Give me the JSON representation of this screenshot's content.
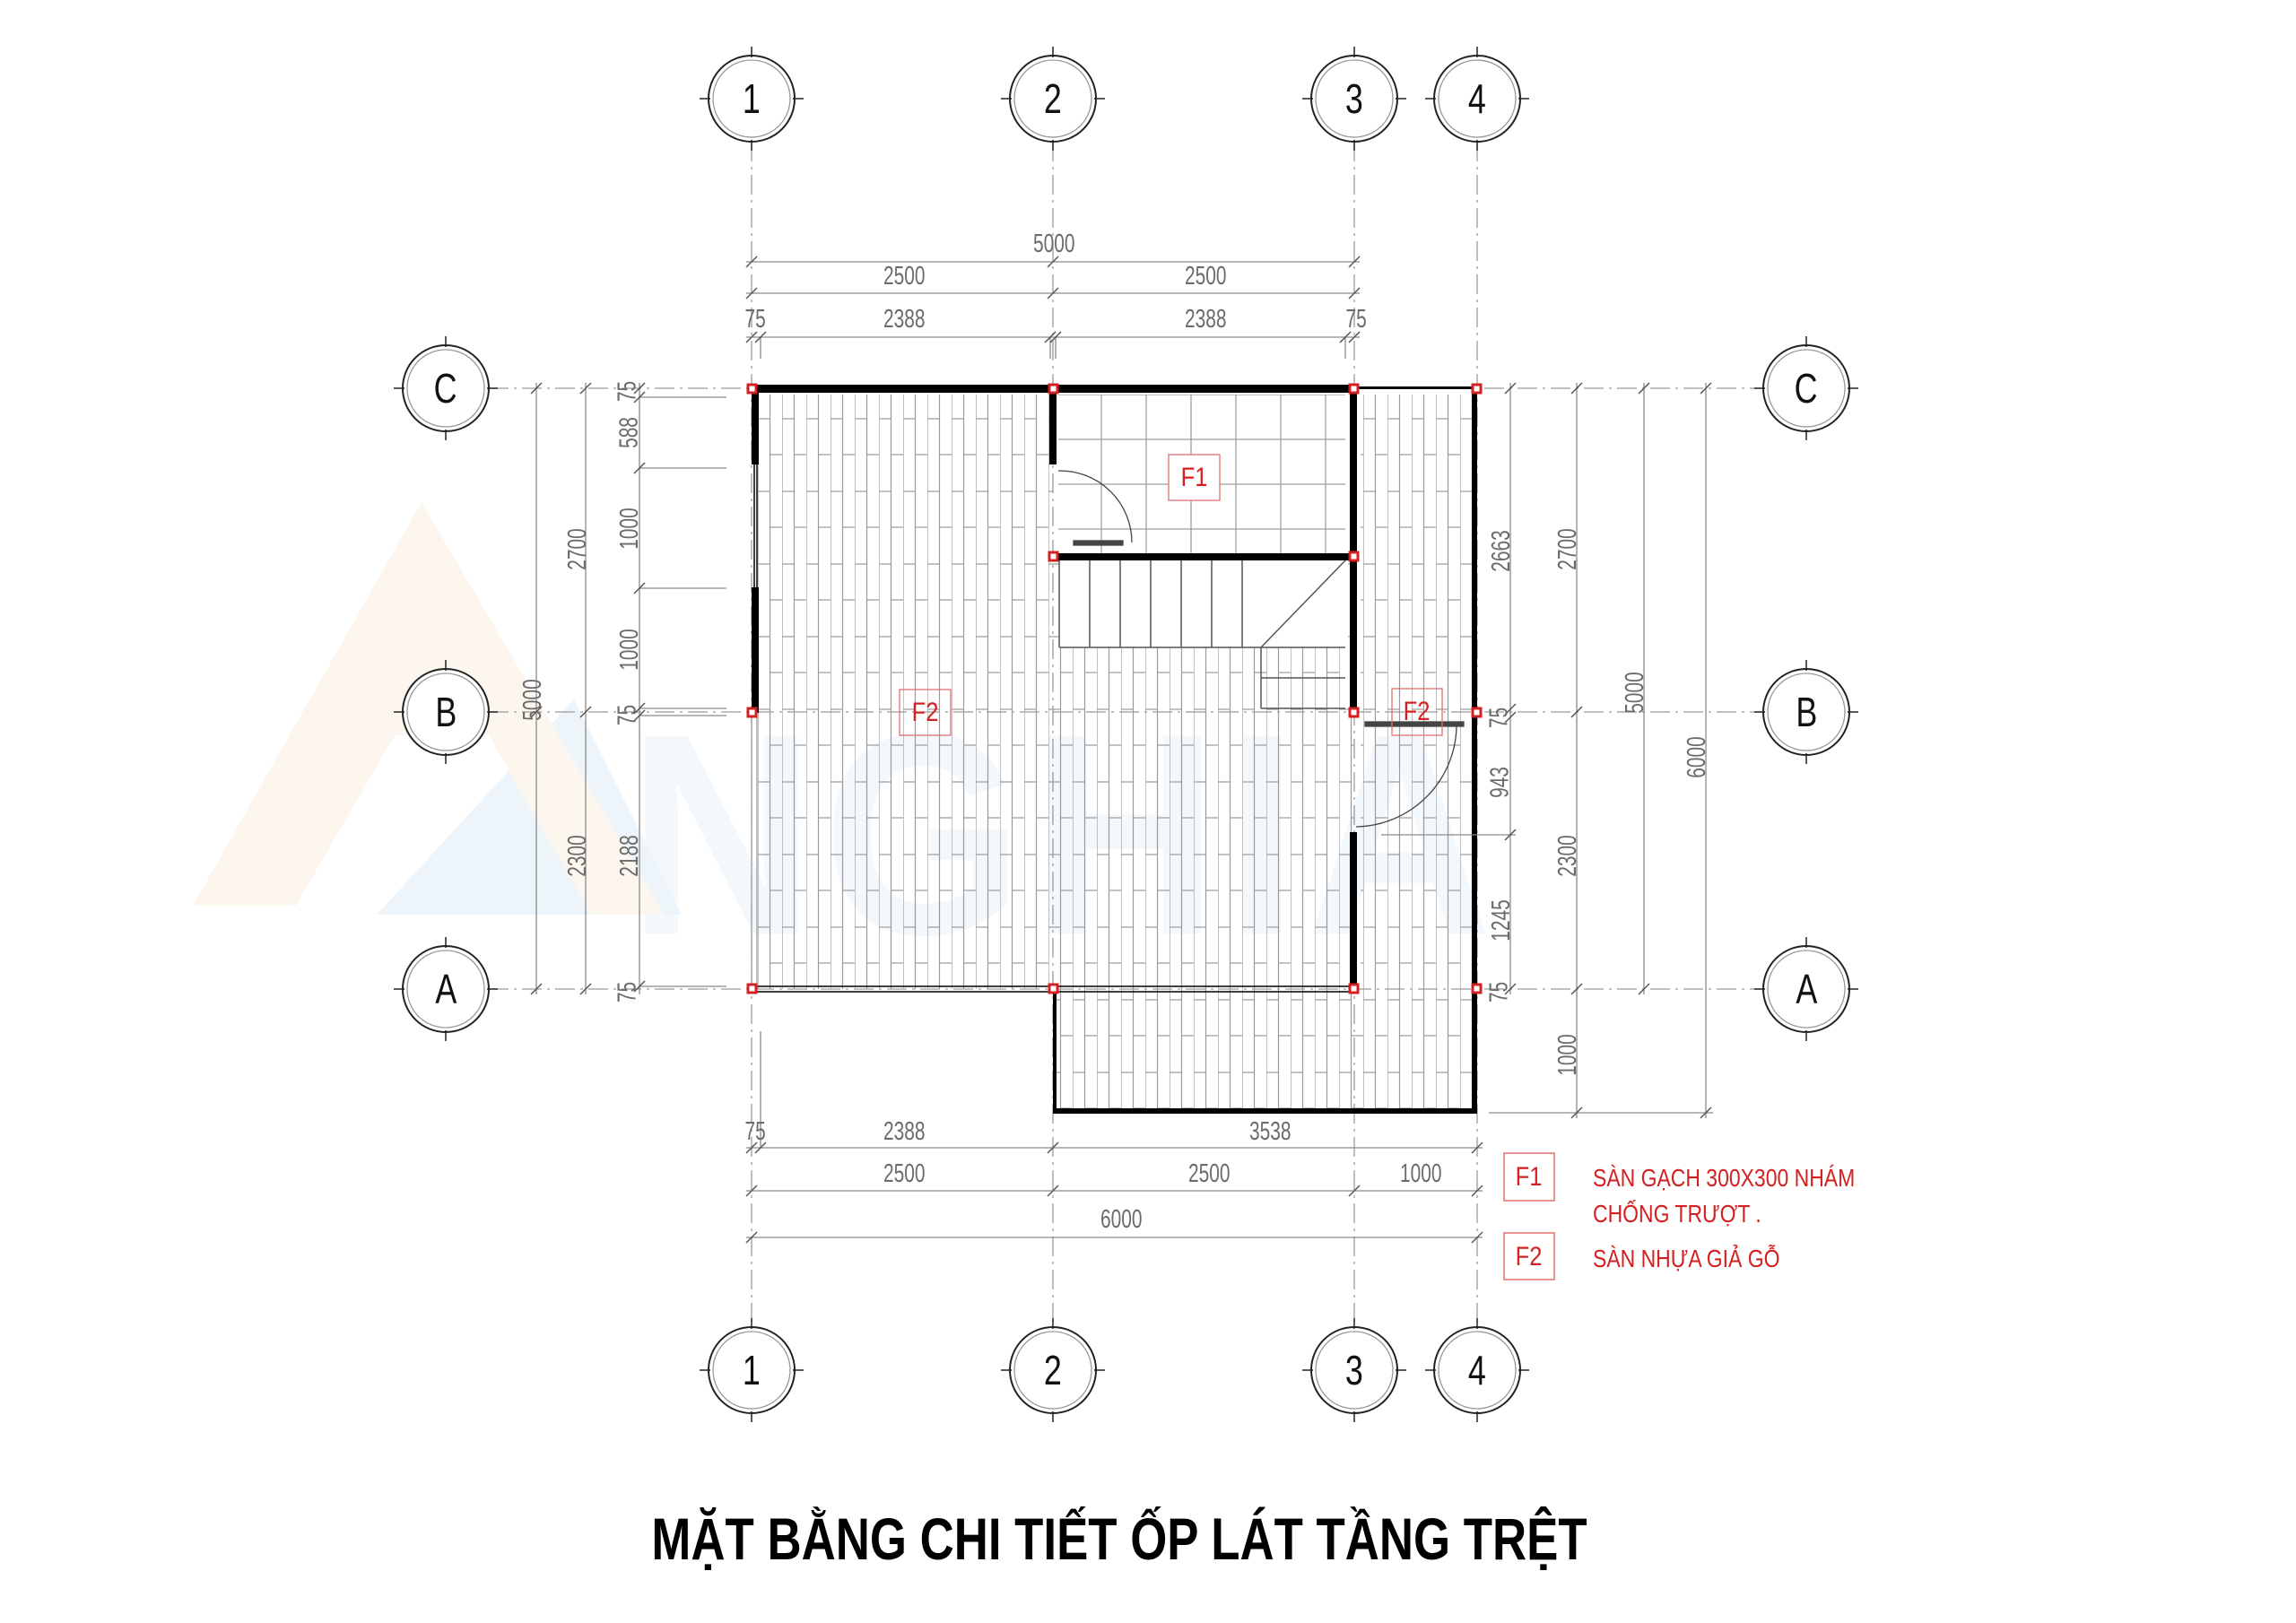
{
  "title": "MẶT BẰNG CHI TIẾT ỐP  LÁT TẦNG  TRỆT",
  "watermark": {
    "text": "NGHIA",
    "icon": "triangle-logo-icon",
    "colors": {
      "orange": "#fdf6ee",
      "blue": "#f1f7fb"
    }
  },
  "colors": {
    "line": "#000000",
    "dimension": "#6b6b6b",
    "annotation_red": "#d42020",
    "grid_line": "#9a9a9a"
  },
  "grid": {
    "columns": [
      "1",
      "2",
      "3",
      "4"
    ],
    "rows": [
      "C",
      "B",
      "A"
    ]
  },
  "dimensions": {
    "top": {
      "overall": "5000",
      "bays": [
        "2500",
        "2500"
      ],
      "clear": [
        "75",
        "2388",
        "2388",
        "75"
      ]
    },
    "bottom": {
      "clear": [
        "75",
        "2388",
        "3538"
      ],
      "bays": [
        "2500",
        "2500",
        "1000"
      ],
      "overall": "6000"
    },
    "left": {
      "overall": "5000",
      "bays": [
        "2700",
        "2300"
      ],
      "detail": [
        "75",
        "588",
        "1000",
        "1000",
        "75",
        "2188",
        "75"
      ]
    },
    "right": {
      "detail": [
        "2663",
        "75",
        "943",
        "1245",
        "75"
      ],
      "bays": [
        "2700",
        "2300",
        "1000"
      ],
      "mid": "5000",
      "overall": "6000"
    }
  },
  "rooms": [
    {
      "tag": "F1",
      "label": "F1"
    },
    {
      "tag": "F2",
      "label": "F2"
    },
    {
      "tag": "F2",
      "label": "F2"
    }
  ],
  "legend": [
    {
      "code": "F1",
      "lines": [
        "SÀN GẠCH 300X300  NHÁM",
        "CHỐNG TRƯỢT ."
      ]
    },
    {
      "code": "F2",
      "lines": [
        "SÀN NHỰA GIẢ GỖ"
      ]
    }
  ]
}
